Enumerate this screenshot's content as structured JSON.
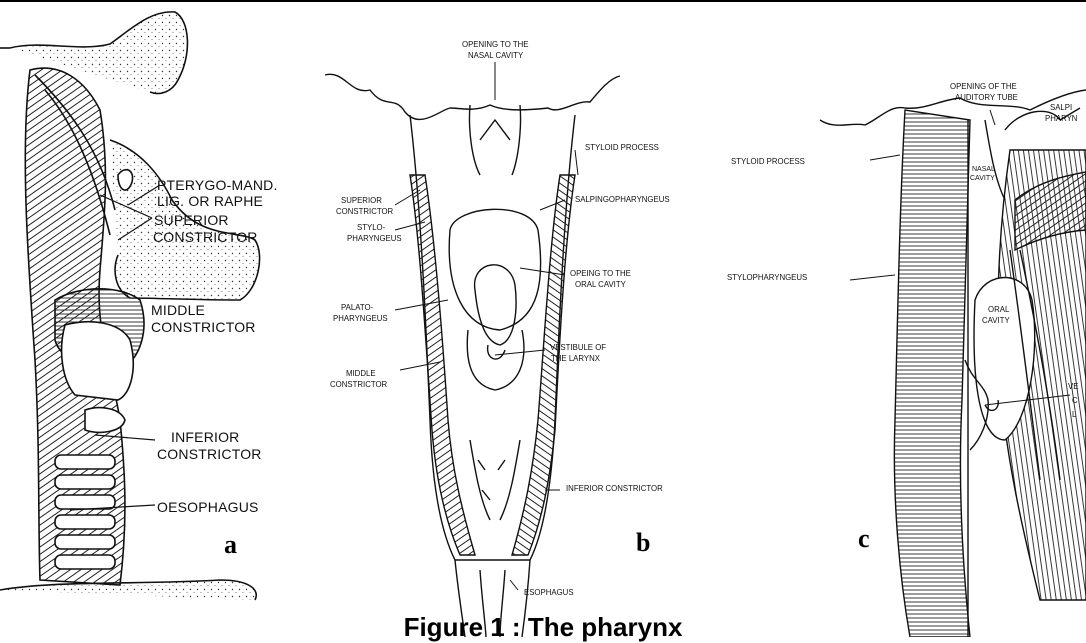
{
  "panel_a": {
    "letter": "a",
    "labels": {
      "pterygo_1": "PTERYGO-MAND.",
      "pterygo_2": "LIG. OR RAPHE",
      "superior_1": "SUPERIOR",
      "superior_2": "CONSTRICTOR",
      "middle_1": "MIDDLE",
      "middle_2": "CONSTRICTOR",
      "inferior_1": "INFERIOR",
      "inferior_2": "CONSTRICTOR",
      "oesophagus": "OESOPHAGUS"
    }
  },
  "panel_b": {
    "letter": "b",
    "labels": {
      "nasal_1": "OPENING TO THE",
      "nasal_2": "NASAL CAVITY",
      "styloid": "STYLOID PROCESS",
      "superior_1": "SUPERIOR",
      "superior_2": "CONSTRICTOR",
      "salpingo": "SALPINGOPHARYNGEUS",
      "stylo_1": "STYLO-",
      "stylo_2": "PHARYNGEUS",
      "oral_1": "OPEING TO THE",
      "oral_2": "ORAL CAVITY",
      "palato_1": "PALATO-",
      "palato_2": "PHARYNGEUS",
      "vestibule_1": "VESTIBULE OF",
      "vestibule_2": "THE LARYNX",
      "middle_1": "MIDDLE",
      "middle_2": "CONSTRICTOR",
      "inferior": "INFERIOR CONSTRICTOR",
      "esophagus": "ESOPHAGUS"
    }
  },
  "panel_c": {
    "letter": "c",
    "labels": {
      "auditory_1": "OPENING OF THE",
      "auditory_2": "AUDITORY TUBE",
      "salpi_1": "SALPI",
      "salpi_2": "PHARYN",
      "styloid": "STYLOID PROCESS",
      "nasal_1": "NASAL",
      "nasal_2": "CAVITY",
      "stylopharyngeus": "STYLOPHARYNGEUS",
      "oral_1": "ORAL",
      "oral_2": "CAVITY",
      "ve_1": "VE",
      "ve_2": "C",
      "ve_3": "L"
    }
  },
  "caption": "Figure 1 : The pharynx"
}
